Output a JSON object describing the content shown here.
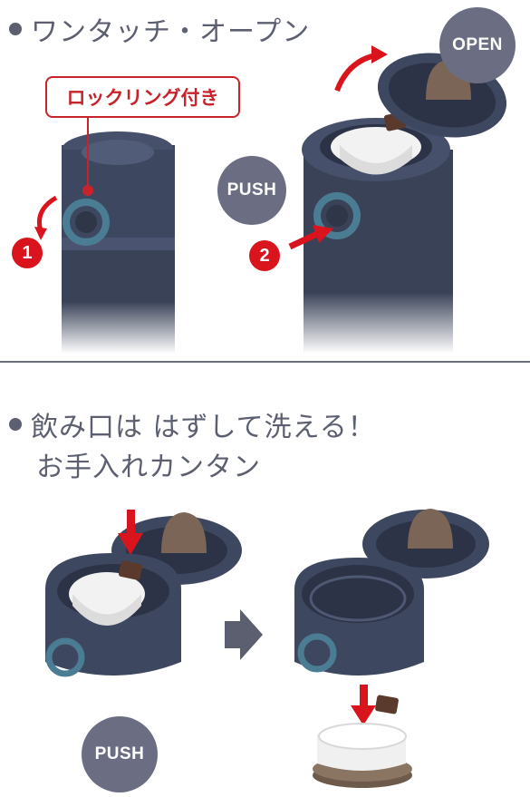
{
  "section1": {
    "heading": "ワンタッチ・オープン"
  },
  "callout": {
    "label": "ロックリング付き"
  },
  "badges": {
    "push_top": "PUSH",
    "open": "OPEN",
    "push_bottom": "PUSH"
  },
  "steps": {
    "one": "1",
    "two": "2"
  },
  "section2": {
    "heading_line1": "飲み口は はずして洗える！",
    "heading_line2": "お手入れカンタン"
  },
  "colors": {
    "bottle": "#3a4258",
    "accent_red": "#d9141c",
    "text": "#5b5f70",
    "ring": "#4a7d93",
    "badge": "#6b6e82"
  }
}
